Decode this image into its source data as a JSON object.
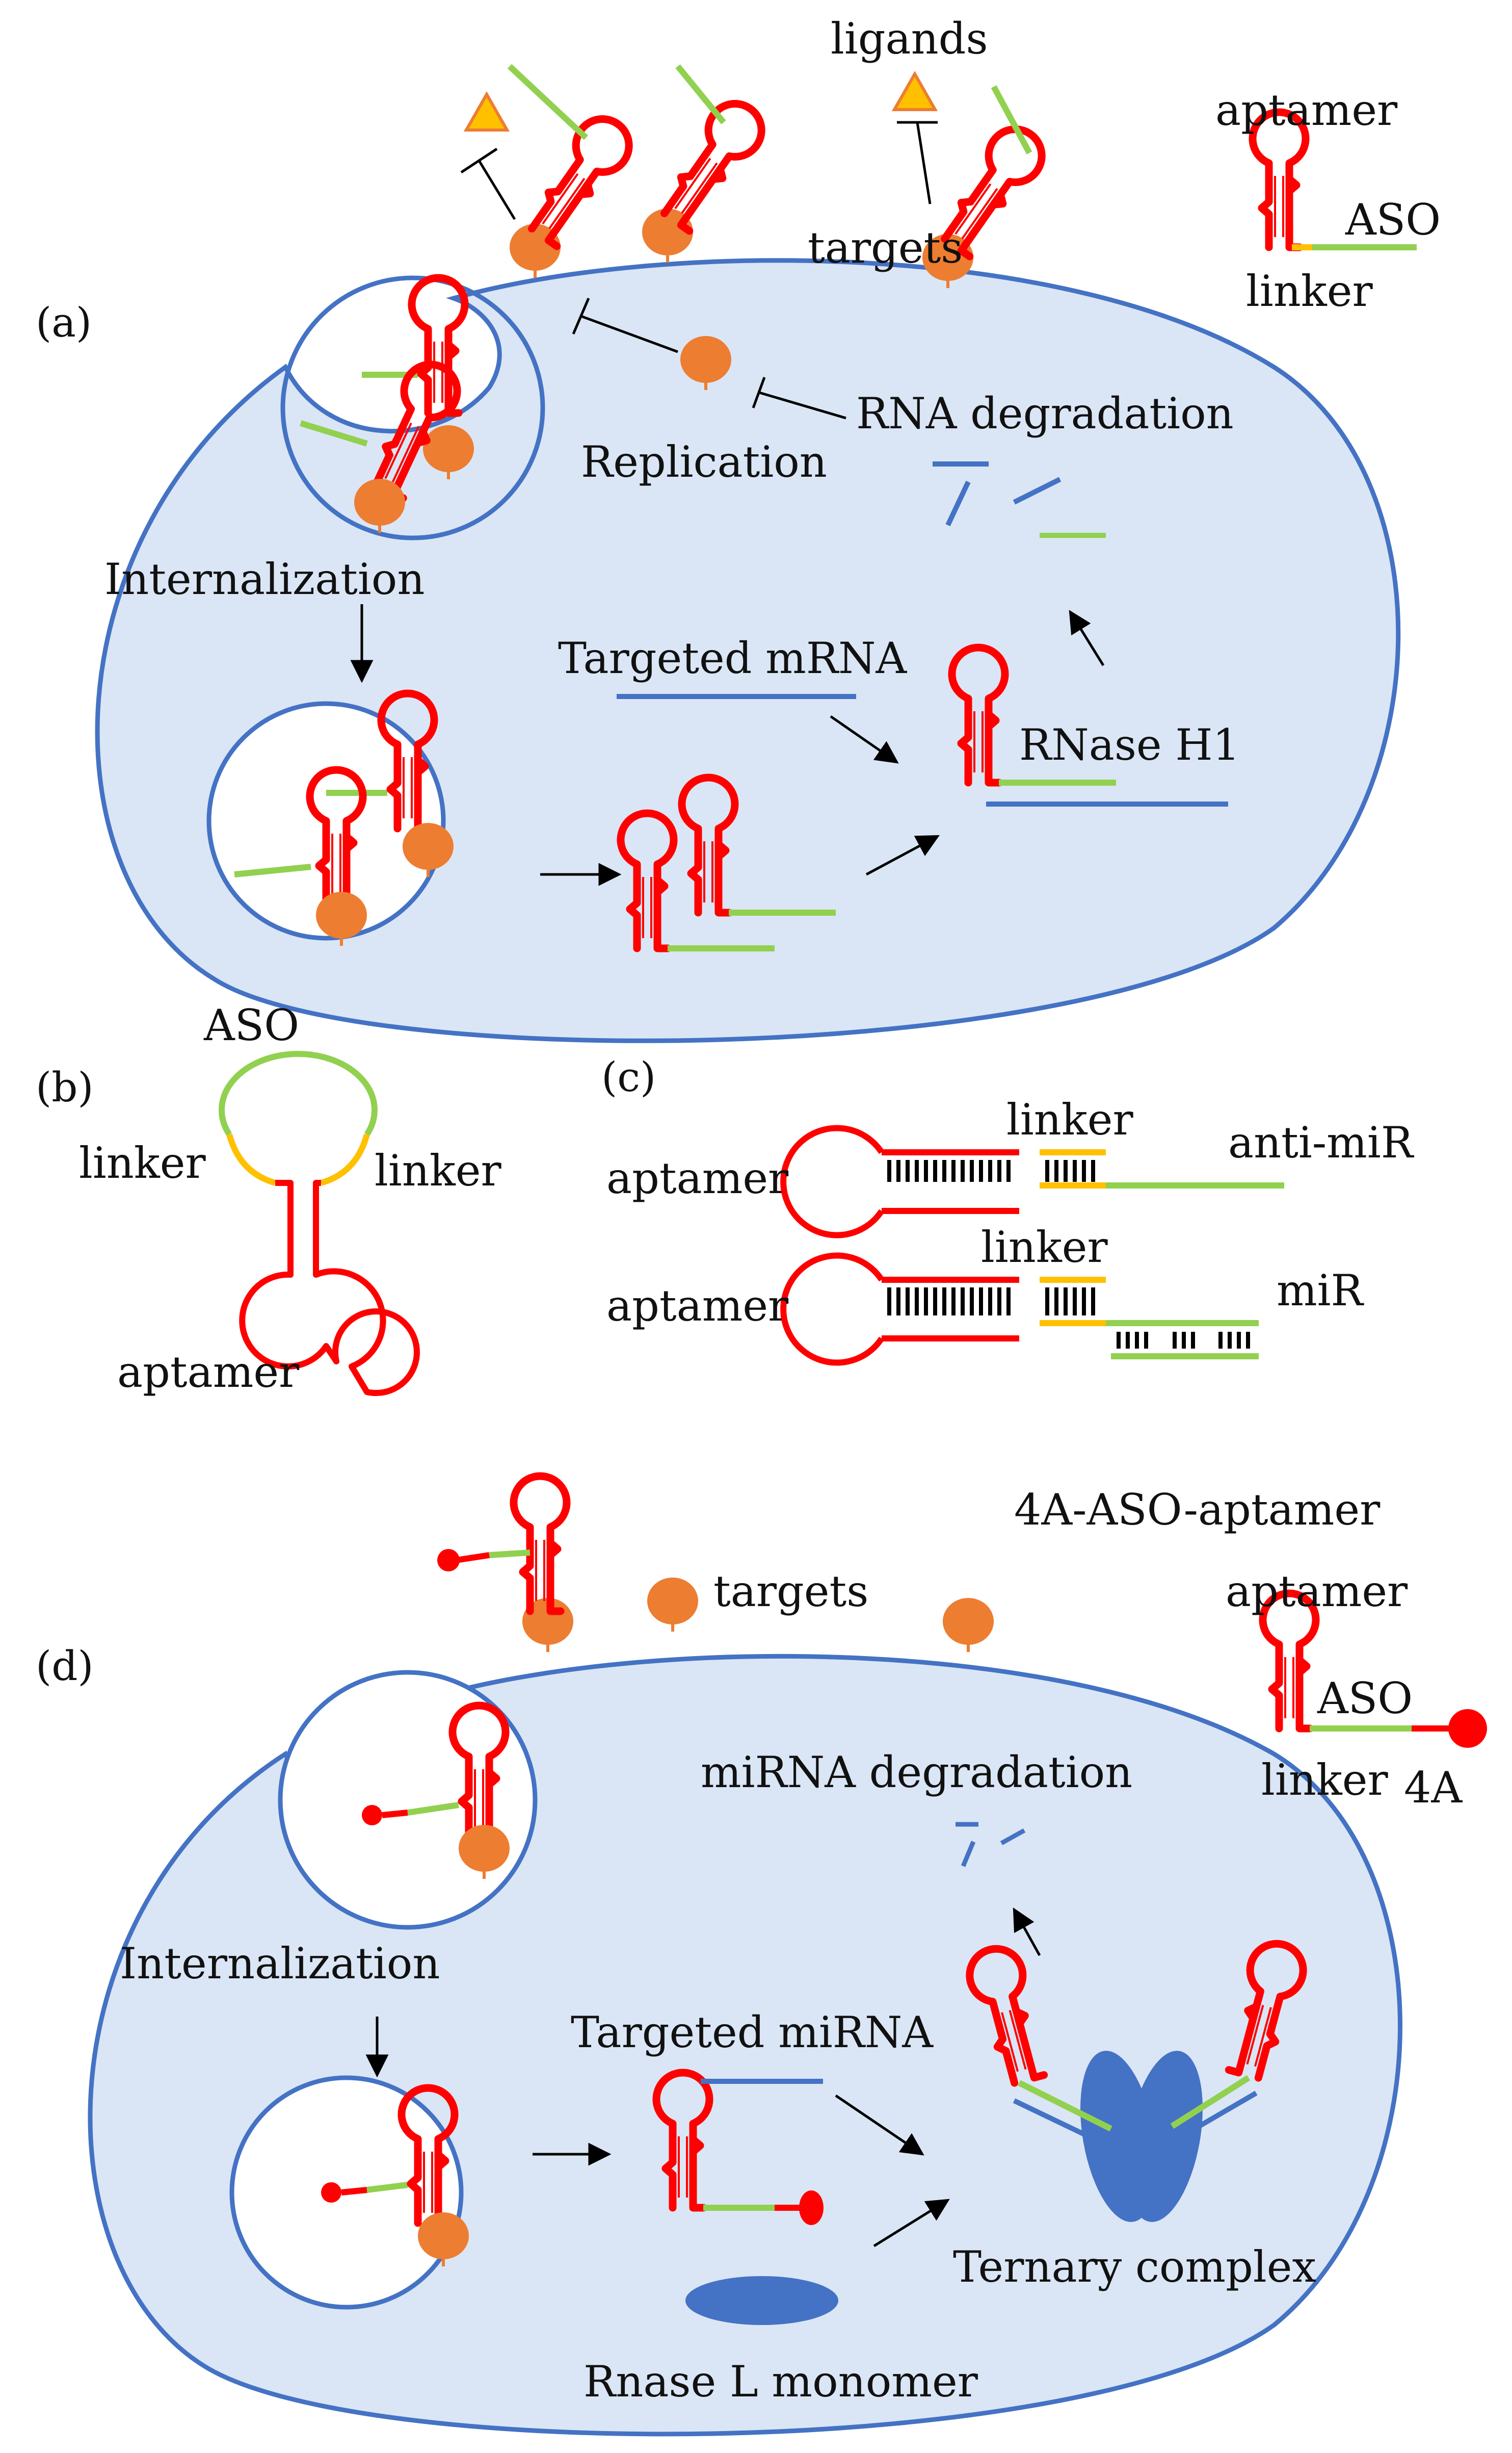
{
  "colors": {
    "cell_fill": "#dae6f5",
    "membrane": "#4472c4",
    "aptamer": "#ff0000",
    "aso": "#92d050",
    "linker": "#ffc000",
    "target": "#ed7d31",
    "ligand_fill": "#ffc000",
    "ligand_stroke": "#ed7d31",
    "mrna": "#4472c4",
    "rnase": "#4472c4",
    "text": "#111111"
  },
  "icons": [
    "aptamer-hairpin-icon",
    "target-receptor-icon",
    "ligand-triangle-icon",
    "inhibition-bar-icon",
    "arrow-icon",
    "rnase-l-icon"
  ],
  "panel_a": {
    "label": "(a)",
    "legend": {
      "aptamer": "aptamer",
      "aso": "ASO",
      "linker": "linker"
    },
    "ligands": "ligands",
    "targets": "targets",
    "replication": "Replication",
    "rna_degradation": "RNA degradation",
    "internalization": "Internalization",
    "targeted_mrna": "Targeted mRNA",
    "rnase_h1": "RNase H1"
  },
  "panel_b": {
    "label": "(b)",
    "aso": "ASO",
    "linker_left": "linker",
    "linker_right": "linker",
    "aptamer": "aptamer"
  },
  "panel_c": {
    "label": "(c)",
    "row1": {
      "aptamer": "aptamer",
      "linker": "linker",
      "strand": "anti-miR"
    },
    "row2": {
      "aptamer": "aptamer",
      "linker": "linker",
      "strand": "miR"
    }
  },
  "panel_d": {
    "label": "(d)",
    "title": "4A-ASO-aptamer",
    "legend": {
      "aptamer": "aptamer",
      "aso": "ASO",
      "linker": "linker",
      "four_a": "4A"
    },
    "targets": "targets",
    "mirna_degradation": "miRNA degradation",
    "internalization": "Internalization",
    "targeted_mirna": "Targeted miRNA",
    "ternary_complex": "Ternary complex",
    "rnase_l": "Rnase L monomer"
  }
}
